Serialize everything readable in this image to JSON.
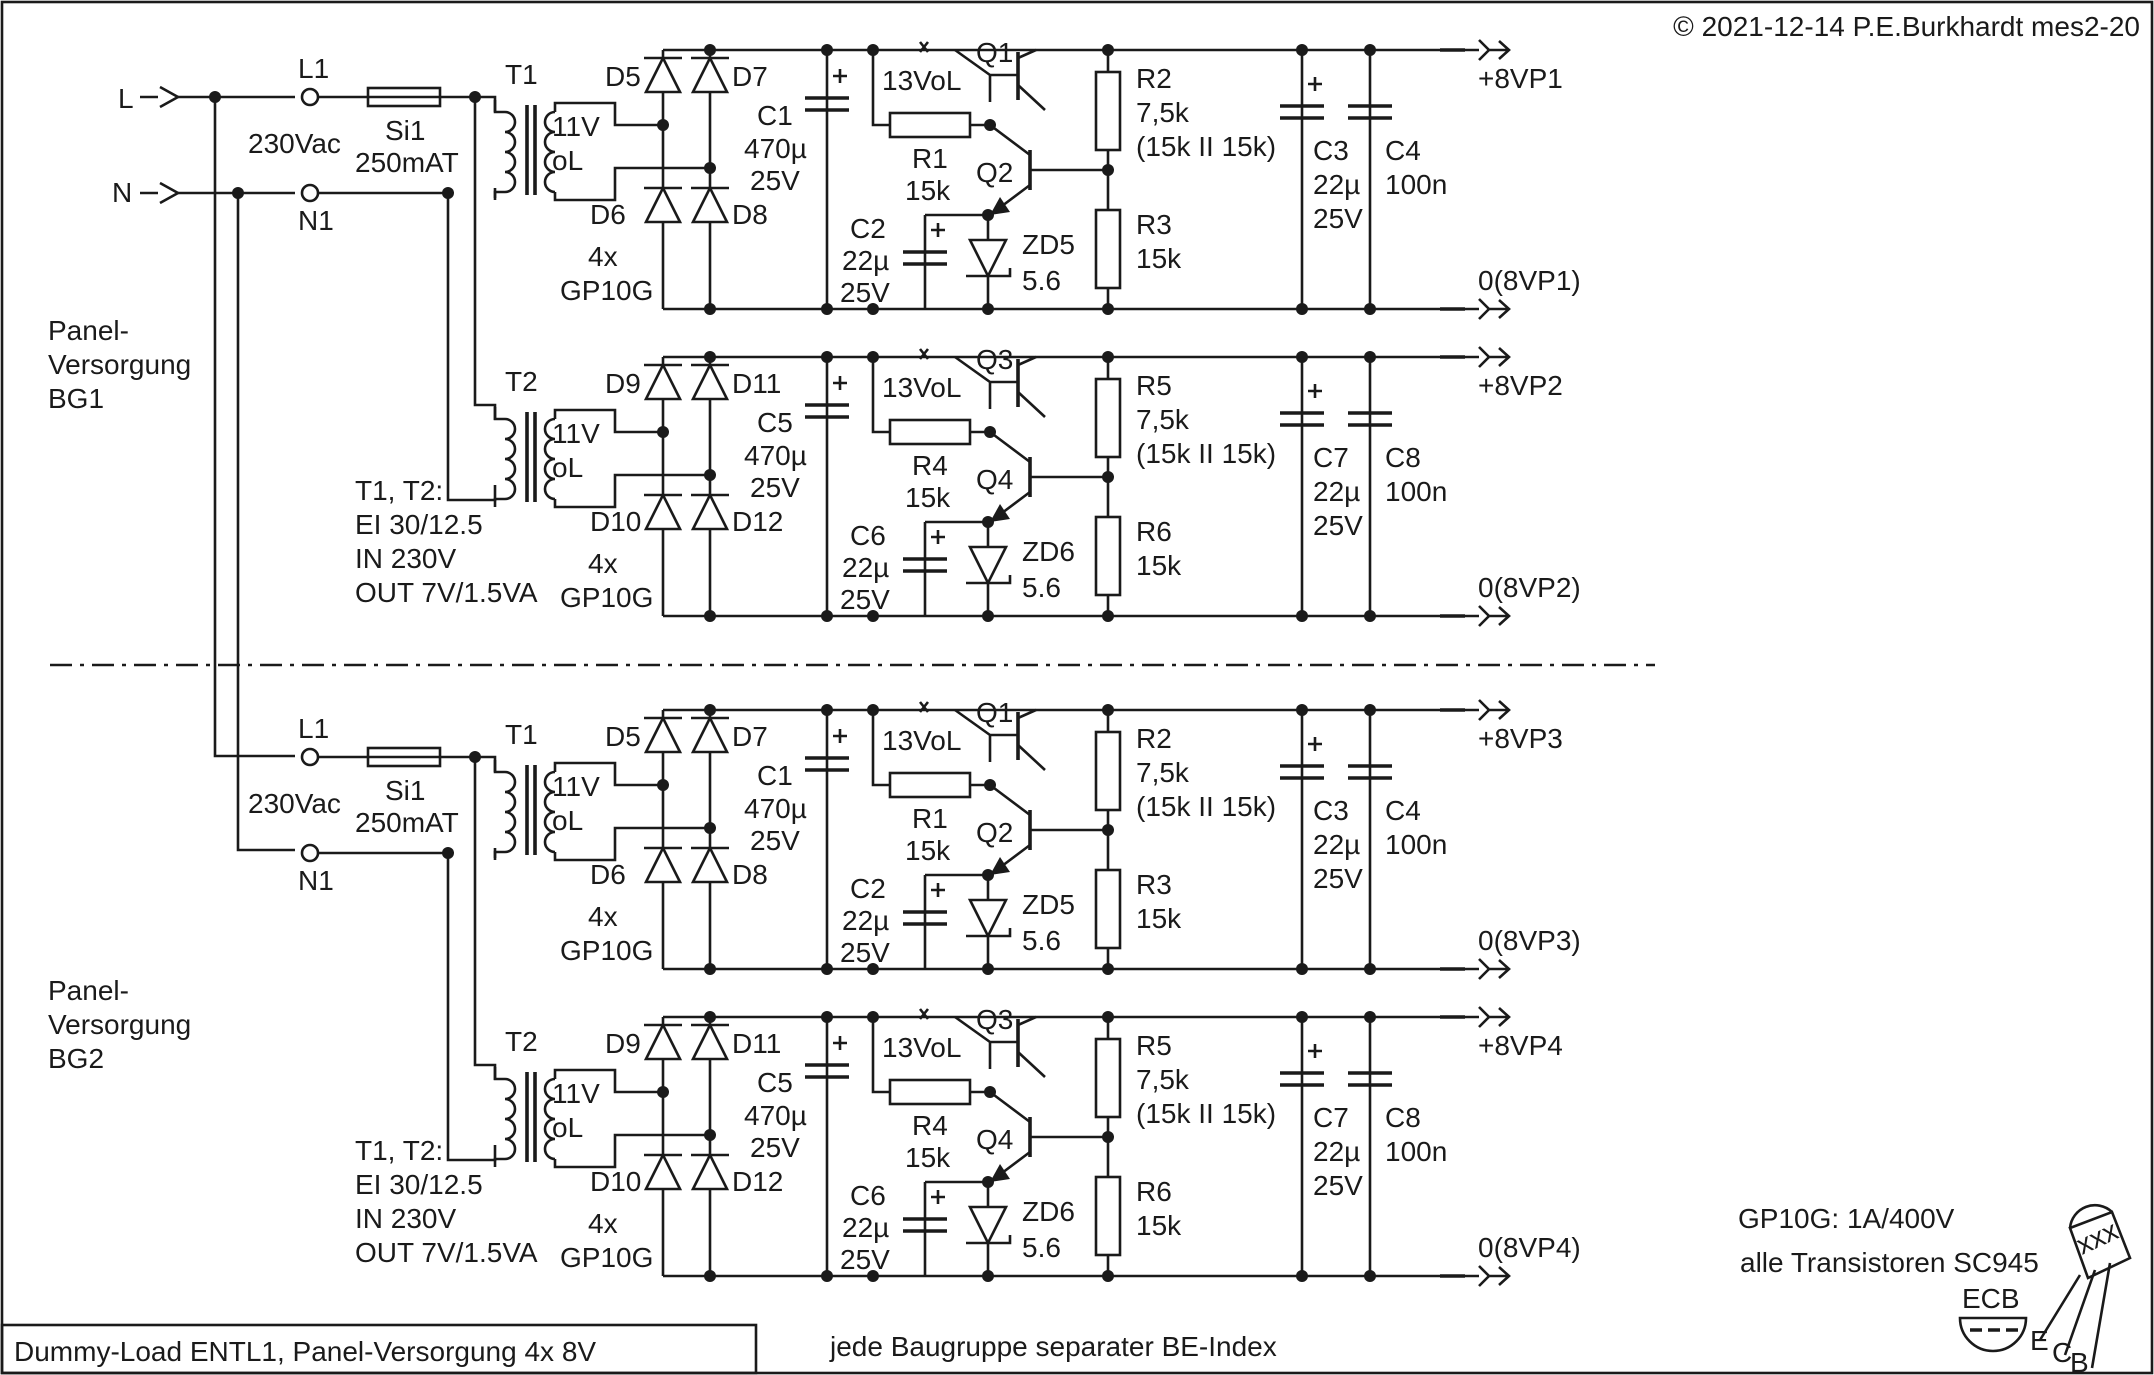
{
  "header": {
    "copyright": "© 2021-12-14 P.E.Burkhardt mes2-20"
  },
  "inputs": {
    "line": "L",
    "neutral": "N"
  },
  "groups": [
    {
      "label_lines": [
        "Panel-",
        "Versorgung",
        "BG1"
      ],
      "mains": {
        "l_label": "L1",
        "n_label": "N1",
        "voltage": "230Vac",
        "fuse": "Si1",
        "fuse_rating": "250mAT"
      },
      "stages": [
        {
          "trafo": "T1",
          "sec_v": "11V",
          "sec_note": "oL",
          "d_tl": "D5",
          "d_tr": "D7",
          "d_bl": "D6",
          "d_br": "D8",
          "diode_count": "4x",
          "diode_type": "GP10G",
          "c_bulk": "C1",
          "c_bulk_val": "470µ",
          "c_bulk_volt": "25V",
          "r_ce": "13VoL",
          "q_top": "Q1",
          "q_bot": "Q2",
          "r_base": "R1",
          "r_base_val": "15k",
          "c_zd": "C2",
          "c_zd_val": "22µ",
          "c_zd_volt": "25V",
          "zd": "ZD5",
          "zd_val": "5.6",
          "r_top": "R2",
          "r_top_val": "7,5k",
          "r_top_note": "(15k II 15k)",
          "r_bot": "R3",
          "r_bot_val": "15k",
          "c_out": "C3",
          "c_out_val": "22µ",
          "c_out_volt": "25V",
          "c_hf": "C4",
          "c_hf_val": "100n",
          "out_pos": "+8VP1",
          "out_neg": "0(8VP1)"
        },
        {
          "trafo": "T2",
          "sec_v": "11V",
          "sec_note": "oL",
          "d_tl": "D9",
          "d_tr": "D11",
          "d_bl": "D10",
          "d_br": "D12",
          "diode_count": "4x",
          "diode_type": "GP10G",
          "c_bulk": "C5",
          "c_bulk_val": "470µ",
          "c_bulk_volt": "25V",
          "r_ce": "13VoL",
          "q_top": "Q3",
          "q_bot": "Q4",
          "r_base": "R4",
          "r_base_val": "15k",
          "c_zd": "C6",
          "c_zd_val": "22µ",
          "c_zd_volt": "25V",
          "zd": "ZD6",
          "zd_val": "5.6",
          "r_top": "R5",
          "r_top_val": "7,5k",
          "r_top_note": "(15k II 15k)",
          "r_bot": "R6",
          "r_bot_val": "15k",
          "c_out": "C7",
          "c_out_val": "22µ",
          "c_out_volt": "25V",
          "c_hf": "C8",
          "c_hf_val": "100n",
          "out_pos": "+8VP2",
          "out_neg": "0(8VP2)"
        }
      ],
      "trafo_spec_lines": [
        "T1, T2:",
        "EI 30/12.5",
        "IN 230V",
        "OUT 7V/1.5VA"
      ]
    },
    {
      "label_lines": [
        "Panel-",
        "Versorgung",
        "BG2"
      ],
      "mains": {
        "l_label": "L1",
        "n_label": "N1",
        "voltage": "230Vac",
        "fuse": "Si1",
        "fuse_rating": "250mAT"
      },
      "stages": [
        {
          "trafo": "T1",
          "sec_v": "11V",
          "sec_note": "oL",
          "d_tl": "D5",
          "d_tr": "D7",
          "d_bl": "D6",
          "d_br": "D8",
          "diode_count": "4x",
          "diode_type": "GP10G",
          "c_bulk": "C1",
          "c_bulk_val": "470µ",
          "c_bulk_volt": "25V",
          "r_ce": "13VoL",
          "q_top": "Q1",
          "q_bot": "Q2",
          "r_base": "R1",
          "r_base_val": "15k",
          "c_zd": "C2",
          "c_zd_val": "22µ",
          "c_zd_volt": "25V",
          "zd": "ZD5",
          "zd_val": "5.6",
          "r_top": "R2",
          "r_top_val": "7,5k",
          "r_top_note": "(15k II 15k)",
          "r_bot": "R3",
          "r_bot_val": "15k",
          "c_out": "C3",
          "c_out_val": "22µ",
          "c_out_volt": "25V",
          "c_hf": "C4",
          "c_hf_val": "100n",
          "out_pos": "+8VP3",
          "out_neg": "0(8VP3)"
        },
        {
          "trafo": "T2",
          "sec_v": "11V",
          "sec_note": "oL",
          "d_tl": "D9",
          "d_tr": "D11",
          "d_bl": "D10",
          "d_br": "D12",
          "diode_count": "4x",
          "diode_type": "GP10G",
          "c_bulk": "C5",
          "c_bulk_val": "470µ",
          "c_bulk_volt": "25V",
          "r_ce": "13VoL",
          "q_top": "Q3",
          "q_bot": "Q4",
          "r_base": "R4",
          "r_base_val": "15k",
          "c_zd": "C6",
          "c_zd_val": "22µ",
          "c_zd_volt": "25V",
          "zd": "ZD6",
          "zd_val": "5.6",
          "r_top": "R5",
          "r_top_val": "7,5k",
          "r_top_note": "(15k II 15k)",
          "r_bot": "R6",
          "r_bot_val": "15k",
          "c_out": "C7",
          "c_out_val": "22µ",
          "c_out_volt": "25V",
          "c_hf": "C8",
          "c_hf_val": "100n",
          "out_pos": "+8VP4",
          "out_neg": "0(8VP4)"
        }
      ],
      "trafo_spec_lines": [
        "T1, T2:",
        "EI 30/12.5",
        "IN 230V",
        "OUT 7V/1.5VA"
      ]
    }
  ],
  "notes": {
    "diode": "GP10G: 1A/400V",
    "transistor": "alle Transistoren SC945",
    "pinout": "ECB",
    "package_marking": "xxx",
    "pin_e": "E",
    "pin_c": "C",
    "pin_b": "B"
  },
  "footer": {
    "title": "Dummy-Load ENTL1, Panel-Versorgung 4x 8V",
    "note": "jede Baugruppe separater BE-Index"
  }
}
